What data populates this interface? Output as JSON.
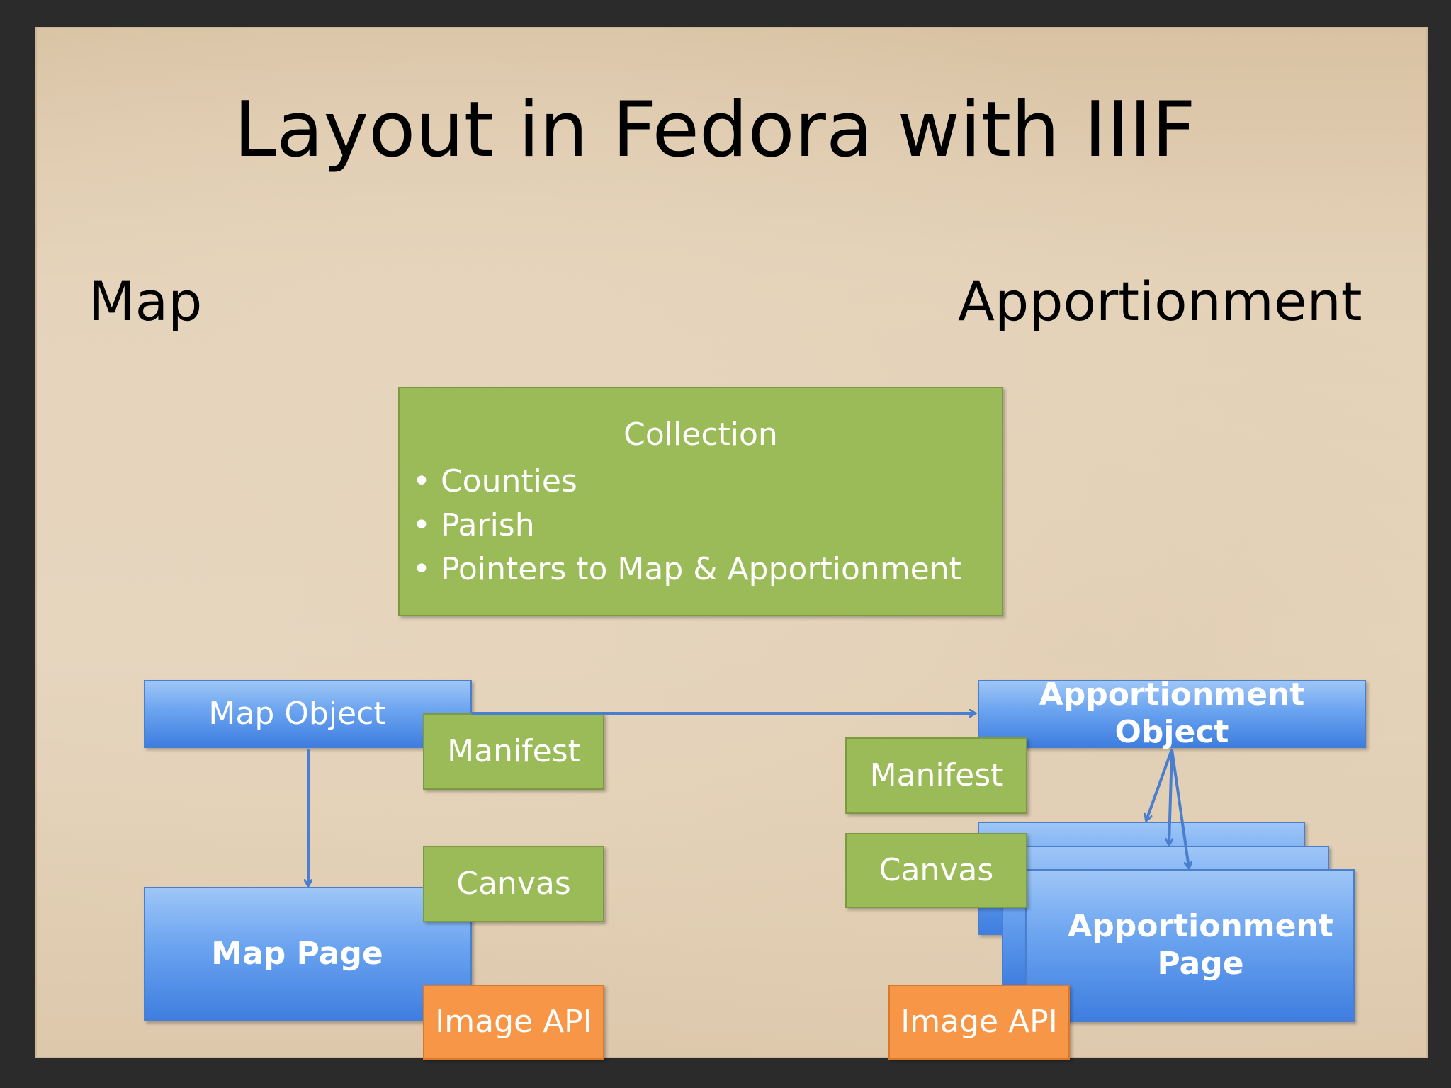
{
  "title": "Layout in Fedora with IIIF",
  "sections": {
    "left": "Map",
    "right": "Apportionment"
  },
  "collection": {
    "title": "Collection",
    "items": [
      "Counties",
      "Parish",
      "Pointers to Map & Apportionment"
    ]
  },
  "map": {
    "object": "Map Object",
    "manifest": "Manifest",
    "page": "Map Page",
    "canvas": "Canvas",
    "image_api": "Image API"
  },
  "apportionment": {
    "object": "Apportionment Object",
    "manifest": "Manifest",
    "page_line1": "Apportionment",
    "page_line2": "Page",
    "canvas": "Canvas",
    "image_api": "Image API"
  },
  "colors": {
    "green": "#9bbb59",
    "blue": "#5b9bd5",
    "orange": "#f79646",
    "arrow": "#4a7fd0"
  }
}
